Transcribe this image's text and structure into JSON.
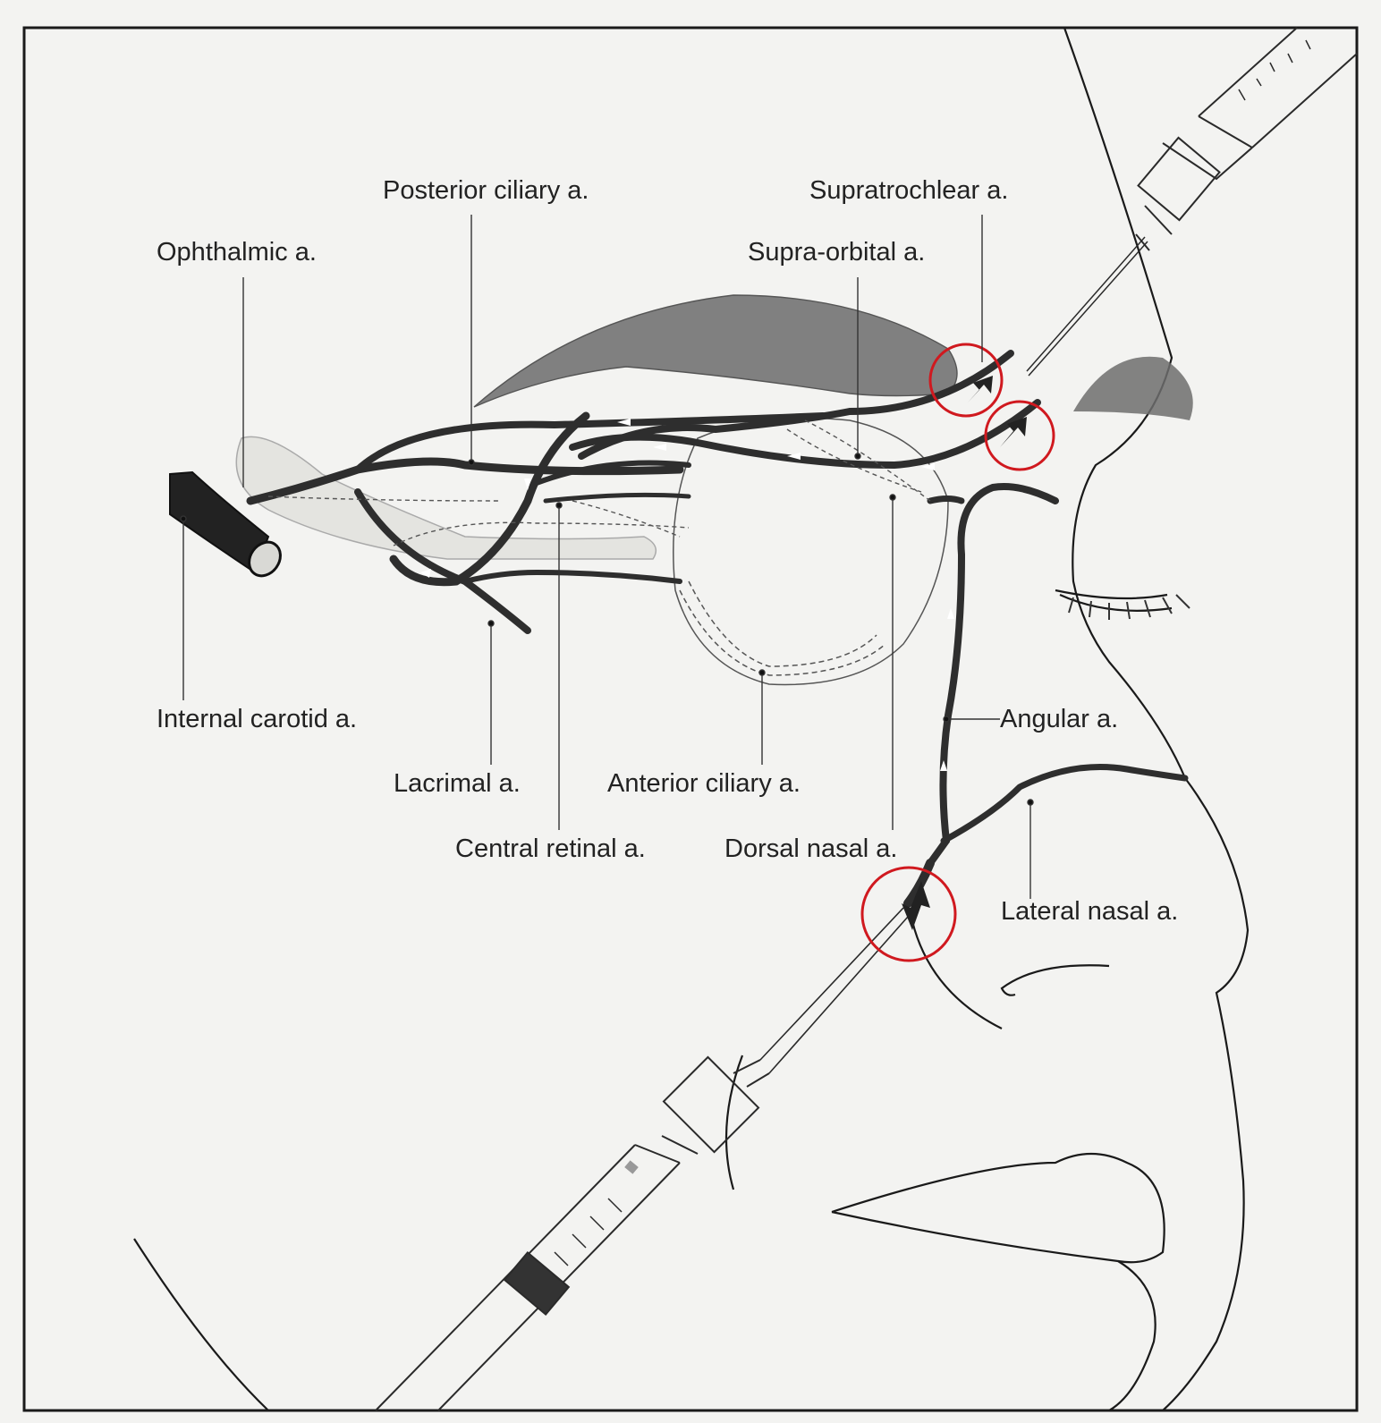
{
  "labels": {
    "posterior_ciliary": "Posterior ciliary a.",
    "supratrochlear": "Supratrochlear a.",
    "ophthalmic": "Ophthalmic a.",
    "supra_orbital": "Supra-orbital a.",
    "internal_carotid": "Internal carotid a.",
    "angular": "Angular a.",
    "lacrimal": "Lacrimal a.",
    "anterior_ciliary": "Anterior ciliary a.",
    "central_retinal": "Central retinal a.",
    "dorsal_nasal": "Dorsal nasal a.",
    "lateral_nasal": "Lateral nasal a."
  },
  "colors": {
    "background": "#f3f3f1",
    "artery": "#2e2e2e",
    "outline": "#1a1a1a",
    "highlight_circle": "#d0191f"
  }
}
